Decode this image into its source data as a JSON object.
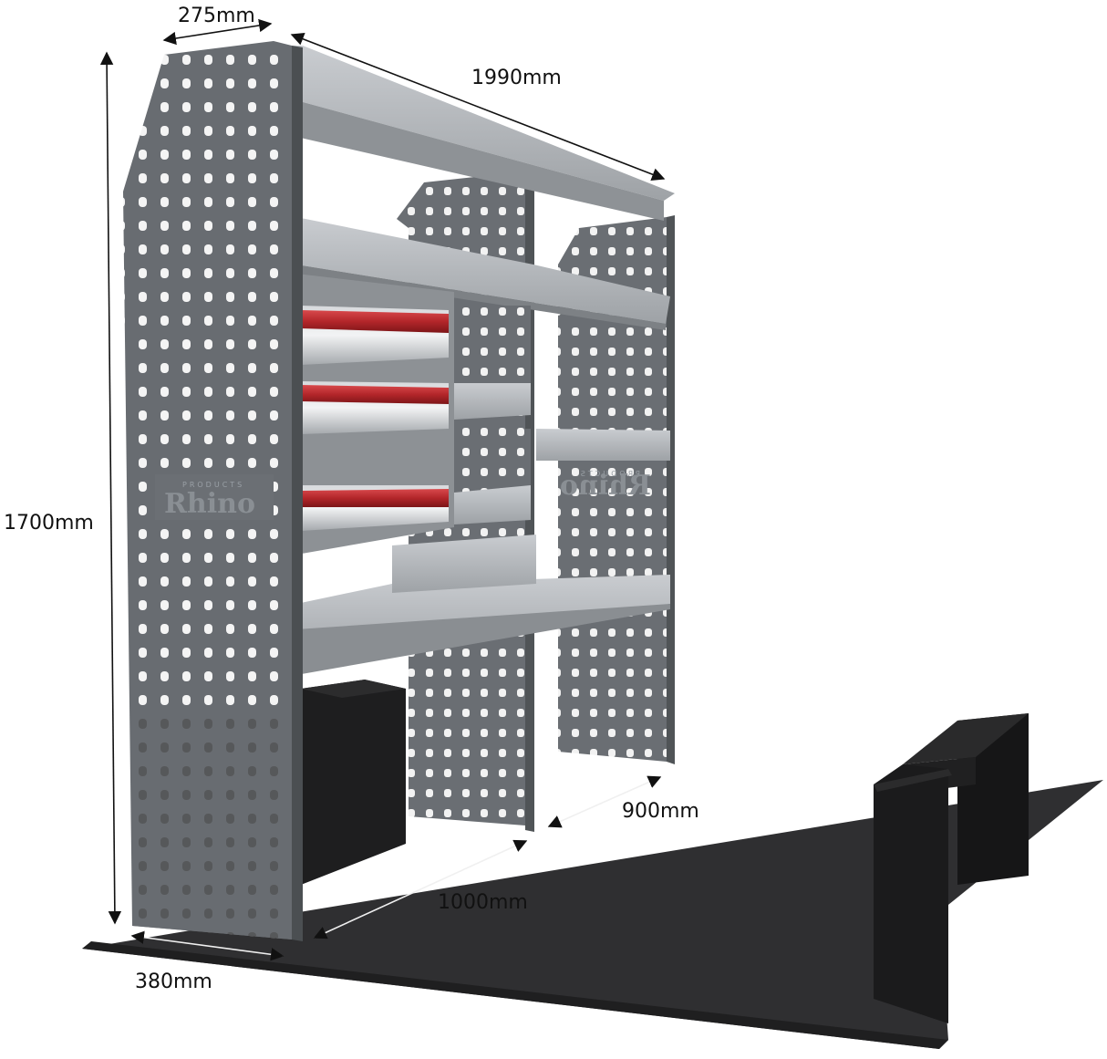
{
  "dimensions": {
    "depth_top": "275mm",
    "width_top": "1990mm",
    "height": "1700mm",
    "depth_bottom": "380mm",
    "floor_length": "1000mm",
    "floor_depth": "900mm"
  },
  "branding": {
    "logo_name": "Rhino",
    "logo_tagline": "PRODUCTS"
  },
  "colors": {
    "panel": "#6b6f74",
    "panel_dark": "#55595d",
    "shelf": "#a9adb1",
    "shelf_light": "#c8cbce",
    "drawer_red": "#b3262a",
    "floor": "#2f2f31",
    "foam": "#1d1d1e"
  }
}
